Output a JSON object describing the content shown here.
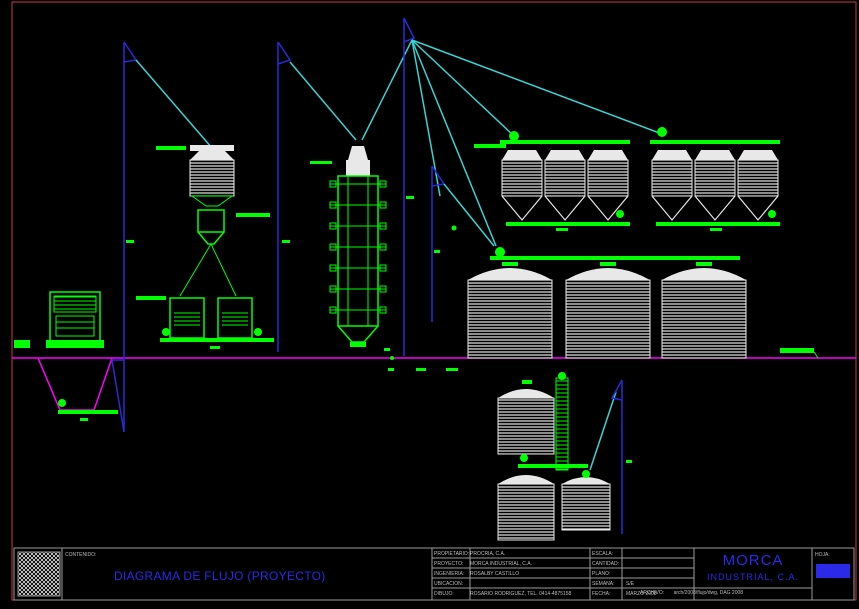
{
  "colors": {
    "background": "#000000",
    "frame": "#c83c3c",
    "pipe": "#3ad3d3",
    "elevator": "#2b2bd6",
    "equipment": "#00ff00",
    "silo": "#e8e8e8",
    "ground": "#ff00ff",
    "titleblock": "#9a9a9a",
    "title_text": "#2a2ae8"
  },
  "titleblock": {
    "label_contenido": "CONTENIDO:",
    "drawing_title": "DIAGRAMA DE FLUJO (PROYECTO)",
    "company_name": "MORCA",
    "company_sub": "INDUSTRIAL, C.A.",
    "hoja_label": "HOJA:",
    "fields": [
      {
        "label": "PROPIETARIO:",
        "value": "PROCRIA, C.A."
      },
      {
        "label": "PROYECTO:",
        "value": "MORCA INDUSTRIAL, C.A."
      },
      {
        "label": "INGENIERIA:",
        "value": "ROSALBY CASTILLO"
      },
      {
        "label": "UBICACION:",
        "value": ""
      },
      {
        "label": "DIBUJO:",
        "value": "ROSARIO RODRIGUEZ, TEL. 0414-4875158"
      }
    ],
    "mid_fields": [
      {
        "label": "ESCALA:",
        "value": ""
      },
      {
        "label": "CANTIDAD:",
        "value": ""
      },
      {
        "label": "PLANO:",
        "value": ""
      },
      {
        "label": "SEMANA:",
        "value": "S/E"
      },
      {
        "label": "FECHA:",
        "value": "MARZO 2008"
      }
    ],
    "archive_label": "ARCHIVO:",
    "archive_value": "arch/2008/flujo/dwg, DAG 2008"
  }
}
